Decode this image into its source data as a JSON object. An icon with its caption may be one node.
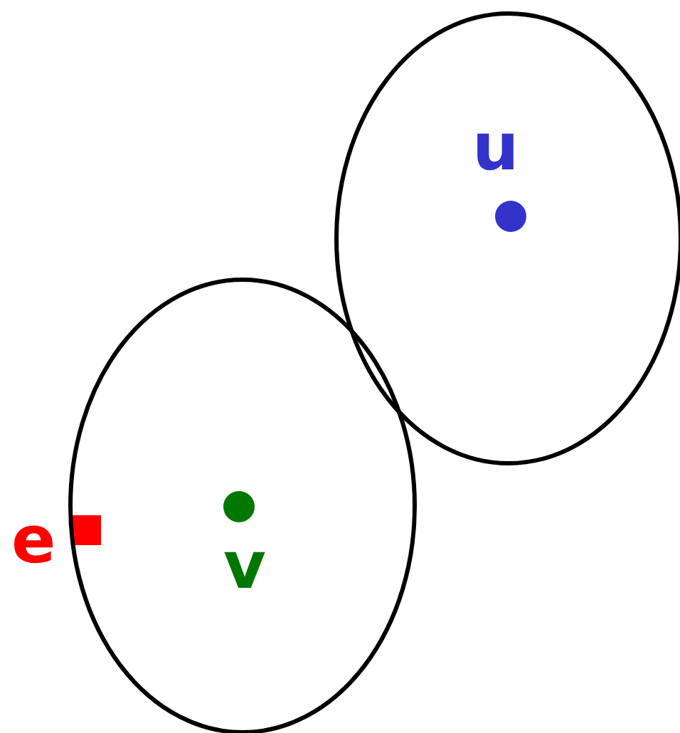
{
  "diagram": {
    "nodes": [
      {
        "text": [],
        "shape": "ellipse"
      },
      {
        "text": [],
        "shape": "ellipse"
      }
    ],
    "labels": [
      "u",
      "v",
      "e"
    ]
  }
}
